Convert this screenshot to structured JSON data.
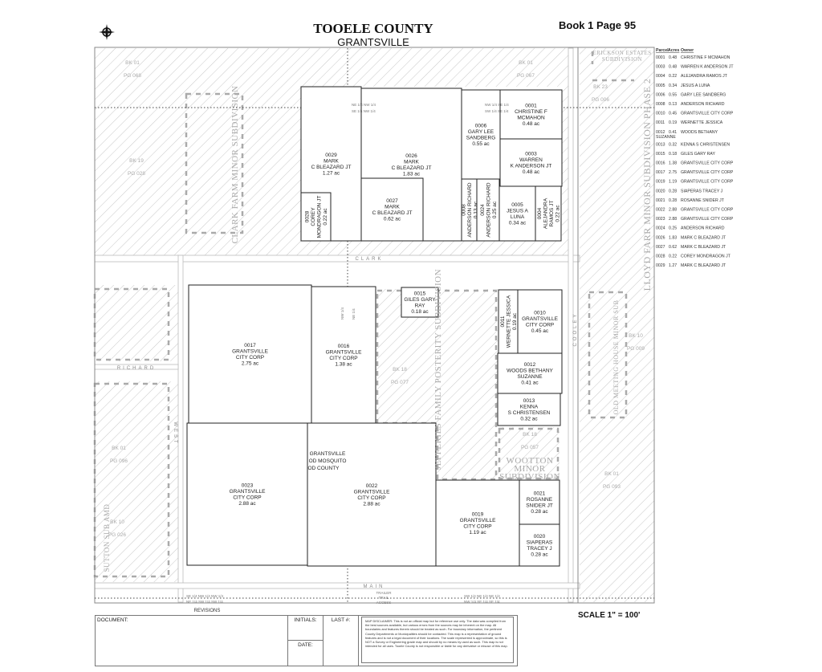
{
  "header": {
    "county": "TOOELE COUNTY",
    "city": "GRANTSVILLE",
    "book_page": "Book 1 Page 95"
  },
  "icons": {
    "compass": "compass-rose-icon"
  },
  "colors": {
    "line": "#222222",
    "hatch": "#c8c8c8",
    "faint": "#aaaaaa"
  },
  "parcel_list": {
    "headers": [
      "Parcel",
      "Acres",
      "Owner"
    ],
    "rows": [
      [
        "0001",
        "0.48",
        "CHRISTINE F MCMAHON"
      ],
      [
        "0003",
        "0.48",
        "WARREN K ANDERSON JT"
      ],
      [
        "0004",
        "0.22",
        "ALEJANDRA RAMOS JT"
      ],
      [
        "0005",
        "0.34",
        "JESUS A LUNA"
      ],
      [
        "0006",
        "0.55",
        "GARY LEE SANDBERG"
      ],
      [
        "0008",
        "0.13",
        "ANDERSON RICHARD"
      ],
      [
        "0010",
        "0.45",
        "GRANTSVILLE CITY CORP"
      ],
      [
        "0011",
        "0.19",
        "WERNETTE JESSICA"
      ],
      [
        "0012",
        "0.41",
        "WOODS BETHANY SUZANNE"
      ],
      [
        "0013",
        "0.32",
        "KENNA S CHRISTENSEN"
      ],
      [
        "0015",
        "0.18",
        "GILES GARY RAY"
      ],
      [
        "0016",
        "1.38",
        "GRANTSVILLE CITY CORP"
      ],
      [
        "0017",
        "2.75",
        "GRANTSVILLE CITY CORP"
      ],
      [
        "0019",
        "1.19",
        "GRANTSVILLE CITY CORP"
      ],
      [
        "0020",
        "0.28",
        "SIAPERAS TRACEY J"
      ],
      [
        "0021",
        "0.28",
        "ROSANNE SNIDER JT"
      ],
      [
        "0022",
        "2.88",
        "GRANTSVILLE CITY CORP"
      ],
      [
        "0023",
        "2.88",
        "GRANTSVILLE CITY CORP"
      ],
      [
        "0024",
        "0.25",
        "ANDERSON RICHARD"
      ],
      [
        "0026",
        "1.83",
        "MARK C BLEAZARD JT"
      ],
      [
        "0027",
        "0.62",
        "MARK C BLEAZARD JT"
      ],
      [
        "0028",
        "0.22",
        "COREY MONDRAGON JT"
      ],
      [
        "0029",
        "1.27",
        "MARK C BLEAZARD JT"
      ]
    ]
  },
  "parcels": [
    {
      "id": "0029",
      "lines": [
        "0029",
        "MARK",
        "C BLEAZARD JT",
        "1.27 ac"
      ]
    },
    {
      "id": "0028",
      "lines": [
        "0028",
        "COREY",
        "MONDRAGON JT",
        "0.22 ac"
      ]
    },
    {
      "id": "0026",
      "lines": [
        "0026",
        "MARK",
        "C BLEAZARD JT",
        "1.83 ac"
      ]
    },
    {
      "id": "0027",
      "lines": [
        "0027",
        "MARK",
        "C BLEAZARD JT",
        "0.62 ac"
      ]
    },
    {
      "id": "0006",
      "lines": [
        "0006",
        "GARY LEE",
        "SANDBERG",
        "0.55 ac"
      ]
    },
    {
      "id": "0001",
      "lines": [
        "0001",
        "CHRISTINE F",
        "MCMAHON",
        "0.48 ac"
      ]
    },
    {
      "id": "0003",
      "lines": [
        "0003",
        "WARREN",
        "K ANDERSON JT",
        "0.48 ac"
      ]
    },
    {
      "id": "0008",
      "lines": [
        "0008",
        "ANDERSON RICHARD",
        "0.13 ac"
      ]
    },
    {
      "id": "0024",
      "lines": [
        "0024",
        "ANDERSON RICHARD",
        "0.25 ac"
      ]
    },
    {
      "id": "0005",
      "lines": [
        "0005",
        "JESUS A",
        "LUNA",
        "0.34 ac"
      ]
    },
    {
      "id": "0004",
      "lines": [
        "0004",
        "ALEJANDRA",
        "RAMOS JT",
        "0.22 ac"
      ]
    },
    {
      "id": "0017",
      "lines": [
        "0017",
        "GRANTSVILLE",
        "CITY CORP",
        "2.75 ac"
      ]
    },
    {
      "id": "0016",
      "lines": [
        "0016",
        "GRANTSVILLE",
        "CITY CORP",
        "1.38 ac"
      ]
    },
    {
      "id": "0023",
      "lines": [
        "0023",
        "GRANTSVILLE",
        "CITY CORP",
        "2.88 ac"
      ]
    },
    {
      "id": "0022",
      "lines": [
        "0022",
        "GRANTSVILLE",
        "CITY CORP",
        "2.88 ac"
      ]
    },
    {
      "id": "0015",
      "lines": [
        "0015",
        "GILES GARY",
        "RAY",
        "0.18 ac"
      ]
    },
    {
      "id": "0011",
      "lines": [
        "0011",
        "WERNETTE JESSICA",
        "0.19 ac"
      ]
    },
    {
      "id": "0010",
      "lines": [
        "0010",
        "GRANTSVILLE",
        "CITY CORP",
        "0.45 ac"
      ]
    },
    {
      "id": "0012",
      "lines": [
        "0012",
        "WOODS BETHANY",
        "SUZANNE",
        "0.41 ac"
      ]
    },
    {
      "id": "0013",
      "lines": [
        "0013",
        "KENNA",
        "S CHRISTENSEN",
        "0.32 ac"
      ]
    },
    {
      "id": "0019",
      "lines": [
        "0019",
        "GRANTSVILLE",
        "CITY CORP",
        "1.19 ac"
      ]
    },
    {
      "id": "0021",
      "lines": [
        "0021",
        "ROSANNE",
        "SNIDER JT",
        "0.28 ac"
      ]
    },
    {
      "id": "0020",
      "lines": [
        "0020",
        "SIAPERAS",
        "TRACEY J",
        "0.28 ac"
      ]
    }
  ],
  "district_label": [
    "GRANTSVILLE",
    "OD MOSQUITO",
    "OD COUNTY"
  ],
  "roads": {
    "clark": "CLARK",
    "west": "WEST",
    "richard": "RICHARD",
    "cooley": "COOLEY",
    "main": "MAIN",
    "trailer": "TRAILER",
    "trail": "TRAIL",
    "access": "ACCESS"
  },
  "book_labels": [
    {
      "bk": "BK 01",
      "pg": "PG 068"
    },
    {
      "bk": "BK 19",
      "pg": "PG 028"
    },
    {
      "bk": "BK 01",
      "pg": "PG 067"
    },
    {
      "bk": "BK 23",
      "pg": "PG 006"
    },
    {
      "bk": "BK 18",
      "pg": "PG 077"
    },
    {
      "bk": "BK 18",
      "pg": "PG 057"
    },
    {
      "bk": "BK 10",
      "pg": "PG 009"
    },
    {
      "bk": "BK 01",
      "pg": "PG 093"
    },
    {
      "bk": "BK 01",
      "pg": "PG 096"
    },
    {
      "bk": "BK 10",
      "pg": "PG 026"
    }
  ],
  "subdivisions": {
    "clark_farm": "CLARK FARM MINOR SUBDIVISION",
    "lloyd_farr": "LLOYD FARR MINOR SUBDIVISION PHASE 2",
    "erickson_1": "ERICKSON ESTATES",
    "erickson_2": "SUBDIVISION",
    "jefferies": "JEFFERIES FAMILY POSTERITY SUBDIVISION",
    "wootton_1": "WOOTTON",
    "wootton_2": "MINOR",
    "wootton_3": "SUBDIVISION",
    "meeting_house": "OLD MEETING HOUSE MINOR SUB",
    "sutton": "SUTTON SUB AMD"
  },
  "quarter_labels": {
    "top_a": "NE 1/4 NW 1/4",
    "top_b": "SE 1/4 NW 1/4",
    "top_c": "NW 1/4 SE 1/4",
    "top_d": "SW 1/4 SE 1/4",
    "mid_a": "NW 1/4",
    "mid_b": "NE 1/4",
    "bot_a": "SE 1/4 NW 1/4  NW 1/4",
    "bot_b": "NE 1/4 SW 1/4  SW 1/4",
    "bot_c": "SW 1/4 NE 1/4  NE 1/4",
    "bot_d": "NW 1/4 SE 1/4  SE 1/4"
  },
  "revisions": {
    "title": "REVISIONS",
    "document": "DOCUMENT:",
    "initials": "INITIALS:",
    "last": "LAST #:",
    "date": "DATE:",
    "disclaimer": "MAP DISCLAIMER: This is not an official map but for reference use only. The data was compiled from the best sources available, but various errors from the sources may be inherent on the map. All boundaries and features therein should be treated as such. For boundary information, the pertinent County Departments or Municipalities should be contacted. This map is a representation of ground features and is not a legal document of their locations. The scale represented is approximate, so this is NOT a Survey or Engineering grade map and should by no means by used as such. This map is not intended for all uses. Tooele County is not responsible or liable for any derivative or misuse of this map."
  },
  "scale": "SCALE 1\" = 100'"
}
